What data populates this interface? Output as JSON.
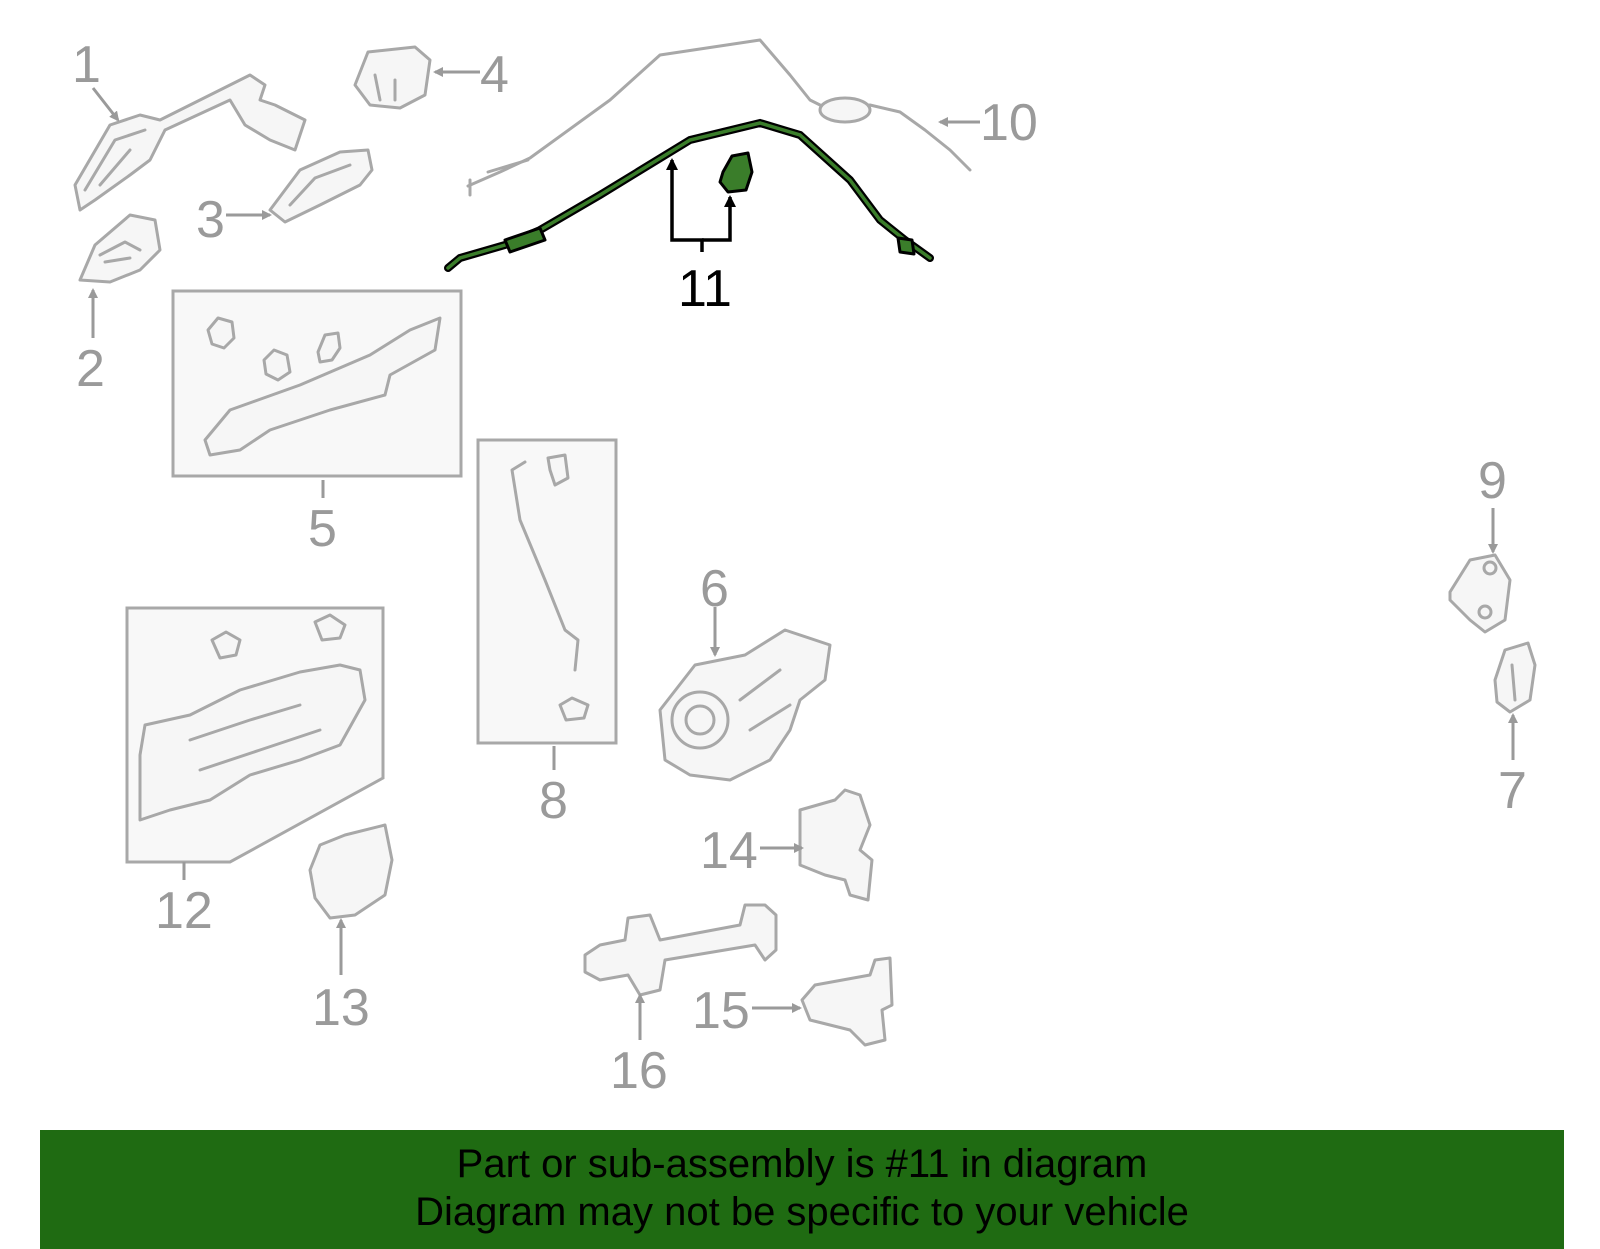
{
  "callouts": {
    "c1": "1",
    "c2": "2",
    "c3": "3",
    "c4": "4",
    "c5": "5",
    "c6": "6",
    "c7": "7",
    "c8": "8",
    "c9": "9",
    "c10": "10",
    "c11": "11",
    "c12": "12",
    "c13": "13",
    "c14": "14",
    "c15": "15",
    "c16": "16"
  },
  "highlighted_part": "11",
  "banner": {
    "line1": "Part or sub-assembly is #11 in diagram",
    "line2": "Diagram may not be specific to your vehicle"
  },
  "colors": {
    "highlight": "#3a7d2a",
    "banner": "#1f6b12",
    "parts": "#a8a8a8",
    "callout_text": "#9a9a9a"
  }
}
